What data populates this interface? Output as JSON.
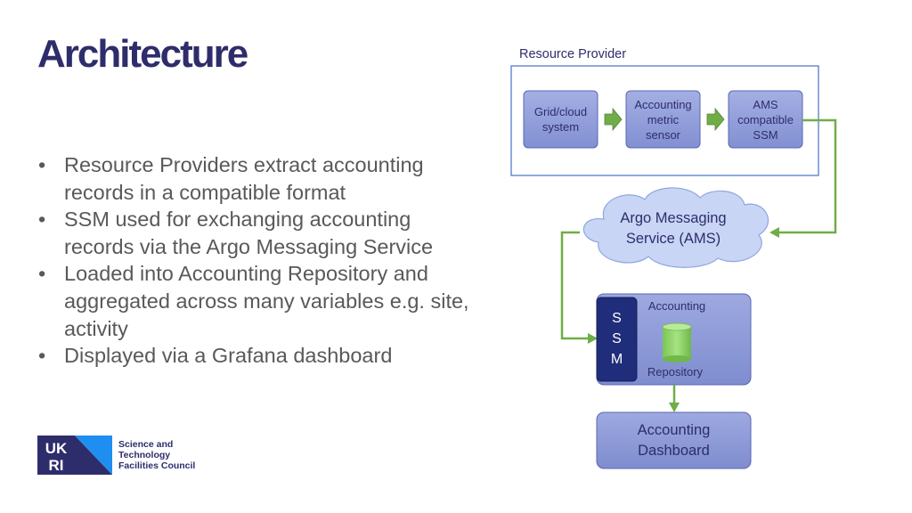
{
  "slide": {
    "title": "Architecture",
    "bullets": [
      "Resource Providers extract accounting records in a compatible format",
      "SSM used for exchanging accounting records via the Argo Messaging Service",
      "Loaded into Accounting Repository and aggregated across many variables e.g. site, activity",
      "Displayed via a Grafana dashboard"
    ]
  },
  "diagram": {
    "resource_provider_label": "Resource Provider",
    "grid_cloud": "Grid/cloud system",
    "metric_sensor": "Accounting metric sensor",
    "ams_ssm": "AMS compatible SSM",
    "ams_cloud": "Argo Messaging Service (AMS)",
    "repo_top": "Accounting",
    "repo_bottom": "Repository",
    "ssm_letters": [
      "S",
      "S",
      "M"
    ],
    "dashboard": "Accounting Dashboard"
  },
  "logo": {
    "text_lines": [
      "Science and",
      "Technology",
      "Facilities Council"
    ],
    "brand_lettering": "UKRI"
  },
  "colors": {
    "title": "#2e2d6b",
    "bullet_text": "#595959",
    "box_fill": "#8e9bd8",
    "box_stroke": "#5a67b5",
    "cloud_fill": "#c5d3f4",
    "arrow_green": "#70ad47",
    "ssm_navy": "#1f2d7a",
    "cylinder_green": "#8fd46a"
  }
}
